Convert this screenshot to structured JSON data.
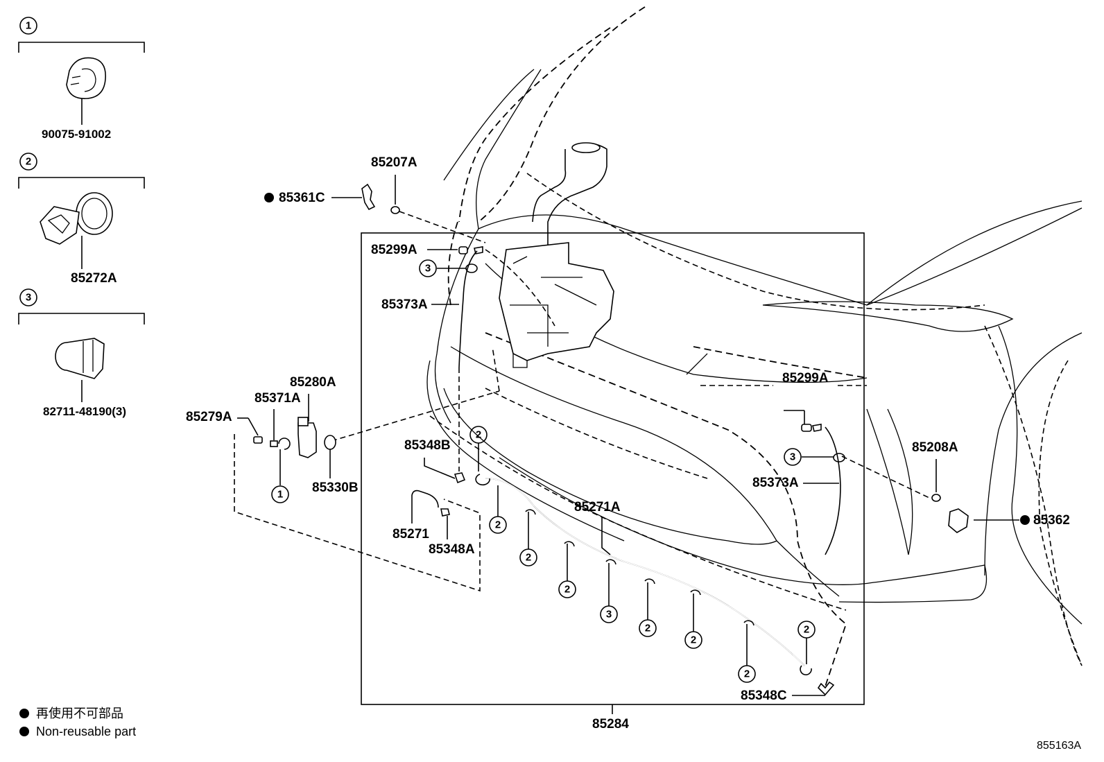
{
  "legend": {
    "jp": "再使用不可部品",
    "en": "Non-reusable part"
  },
  "diagram_id": "855163A",
  "inset_clamps": [
    {
      "index": "1",
      "part": "90075-91002"
    },
    {
      "index": "2",
      "part": "85272A"
    },
    {
      "index": "3",
      "part": "82711-48190(3)"
    }
  ],
  "parts": {
    "p85207A": "85207A",
    "p85361C": "85361C",
    "p85299A_top": "85299A",
    "p85373A_left": "85373A",
    "p85280A": "85280A",
    "p85371A": "85371A",
    "p85279A": "85279A",
    "p85330B": "85330B",
    "p85348B": "85348B",
    "p85271": "85271",
    "p85348A": "85348A",
    "p85271A": "85271A",
    "p85299A_right": "85299A",
    "p85373A_right": "85373A",
    "p85208A": "85208A",
    "p85362": "85362",
    "p85348C": "85348C",
    "p85284": "85284"
  },
  "callouts": {
    "c_a": "3",
    "c_b": "1",
    "c_c": "2",
    "c_d": "2",
    "c_e": "2",
    "c_f": "2",
    "c_g": "3",
    "c_h": "2",
    "c_i": "2",
    "c_j": "2",
    "c_k": "2",
    "c_l": "3"
  },
  "colors": {
    "ink": "#000000",
    "paper": "#ffffff"
  }
}
